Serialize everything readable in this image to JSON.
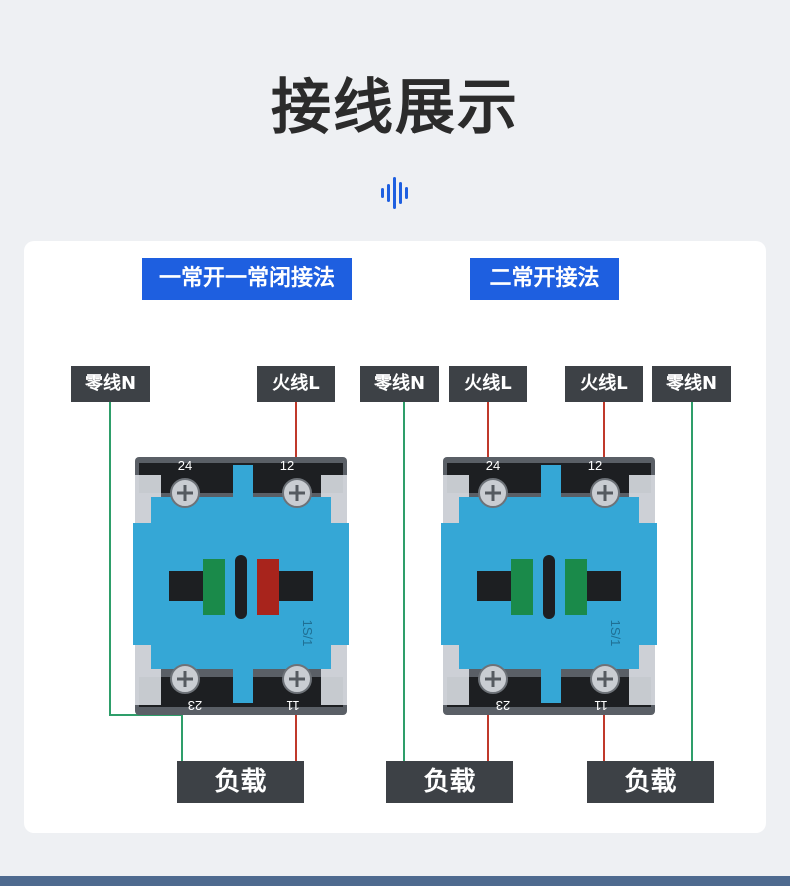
{
  "page": {
    "title": "接线展示",
    "wave_icon": "sound-wave-icon"
  },
  "colors": {
    "accent_blue": "#1e5fe0",
    "tag_dark": "#3d4146",
    "wire_green": "#2e9e6a",
    "wire_red": "#c0392b",
    "switch_cyan": "#35a7d6"
  },
  "left_diagram": {
    "heading": "一常开一常闭接法",
    "neutral_label": "零线N",
    "live_label": "火线L",
    "load_label": "负载",
    "terminals": {
      "top_left": "24",
      "top_right": "12",
      "bottom_left": "23",
      "bottom_right": "11"
    },
    "model": "1S/1"
  },
  "right_diagram": {
    "heading": "二常开接法",
    "neutral_left_label": "零线N",
    "live_left_label": "火线L",
    "live_right_label": "火线L",
    "neutral_right_label": "零线N",
    "load_left_label": "负载",
    "load_right_label": "负载",
    "terminals": {
      "top_left": "24",
      "top_right": "12",
      "bottom_left": "23",
      "bottom_right": "11"
    },
    "model": "1S/1"
  }
}
